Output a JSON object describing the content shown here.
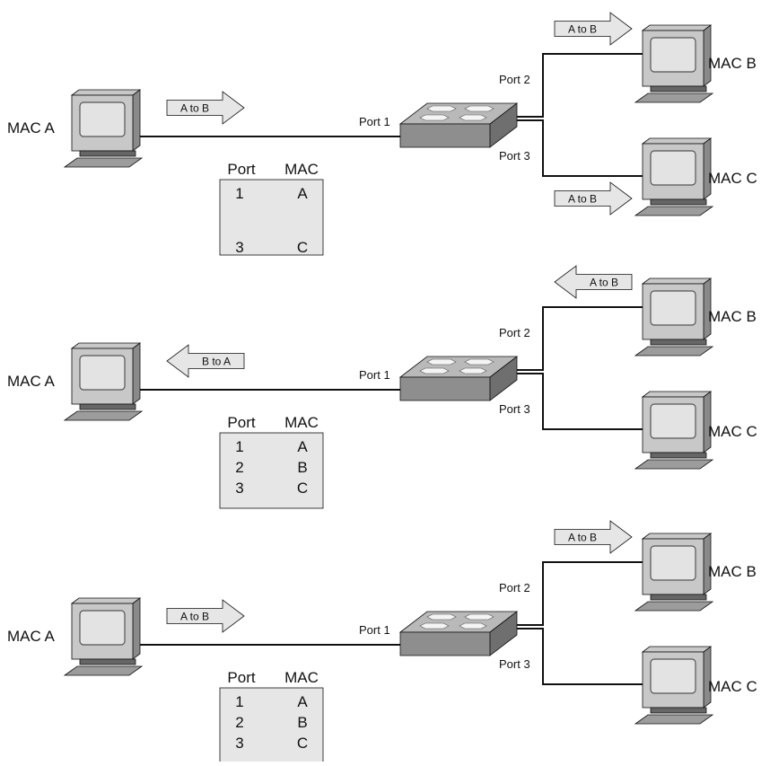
{
  "panels": [
    {
      "host_a": "MAC A",
      "host_b": "MAC B",
      "host_c": "MAC C",
      "switch_ports": [
        "Port 1",
        "Port 2",
        "Port 3"
      ],
      "table": {
        "headers": [
          "Port",
          "MAC"
        ],
        "rows": [
          [
            "1",
            "A"
          ],
          [
            "",
            ""
          ],
          [
            "3",
            "C"
          ]
        ]
      },
      "frames": [
        {
          "label": "A to B",
          "direction": "right",
          "link": "a"
        },
        {
          "label": "A to B",
          "direction": "right",
          "link": "b"
        },
        {
          "label": "A to B",
          "direction": "right",
          "link": "c"
        }
      ]
    },
    {
      "host_a": "MAC A",
      "host_b": "MAC B",
      "host_c": "MAC C",
      "switch_ports": [
        "Port 1",
        "Port 2",
        "Port 3"
      ],
      "table": {
        "headers": [
          "Port",
          "MAC"
        ],
        "rows": [
          [
            "1",
            "A"
          ],
          [
            "2",
            "B"
          ],
          [
            "3",
            "C"
          ]
        ]
      },
      "frames": [
        {
          "label": "B to A",
          "direction": "left",
          "link": "a"
        },
        {
          "label": "A to B",
          "direction": "left",
          "link": "b"
        }
      ]
    },
    {
      "host_a": "MAC A",
      "host_b": "MAC B",
      "host_c": "MAC C",
      "switch_ports": [
        "Port 1",
        "Port 2",
        "Port 3"
      ],
      "table": {
        "headers": [
          "Port",
          "MAC"
        ],
        "rows": [
          [
            "1",
            "A"
          ],
          [
            "2",
            "B"
          ],
          [
            "3",
            "C"
          ]
        ]
      },
      "frames": [
        {
          "label": "A to B",
          "direction": "right",
          "link": "a"
        },
        {
          "label": "A to B",
          "direction": "right",
          "link": "b"
        }
      ]
    }
  ],
  "colors": {
    "line": "#111111",
    "table_fill": "#e6e6e6",
    "arrow_fill": "#e6e6e6",
    "switch_top": "#b9b9b9",
    "switch_front": "#8e8e8e",
    "pc_light": "#c8c8c8",
    "pc_dark": "#8a8a8a",
    "screen": "#e3e3e3"
  }
}
